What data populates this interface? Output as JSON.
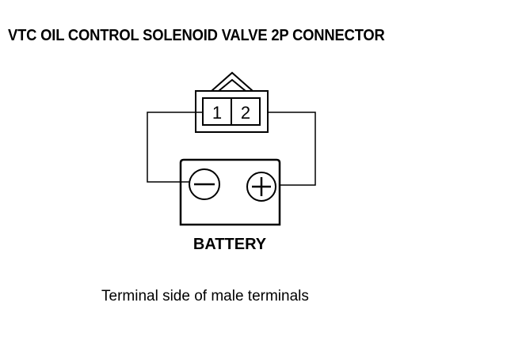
{
  "title": "VTC OIL CONTROL SOLENOID VALVE 2P CONNECTOR",
  "connector": {
    "pins": [
      "1",
      "2"
    ]
  },
  "battery": {
    "label": "BATTERY",
    "negative_terminal_icon": "minus-circle-icon",
    "positive_terminal_icon": "plus-circle-icon"
  },
  "caption": "Terminal side of male terminals",
  "colors": {
    "line": "#000000",
    "background": "#ffffff"
  }
}
